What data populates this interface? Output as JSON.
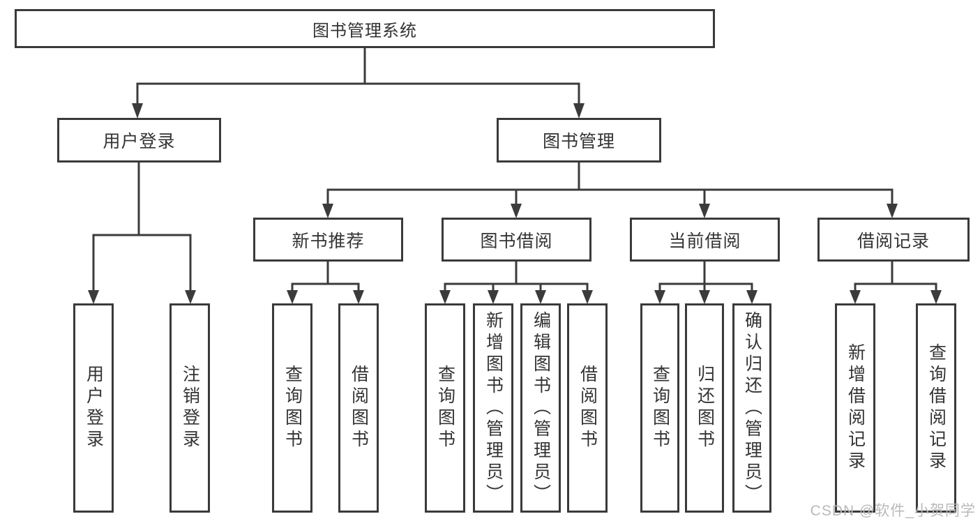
{
  "tree": {
    "root": {
      "label": "图书管理系统"
    },
    "branches": [
      {
        "label": "用户登录",
        "children": [
          {
            "label": "用户登录"
          },
          {
            "label": "注销登录"
          }
        ]
      },
      {
        "label": "图书管理",
        "sections": [
          {
            "label": "新书推荐",
            "children": [
              {
                "label": "查询图书"
              },
              {
                "label": "借阅图书"
              }
            ]
          },
          {
            "label": "图书借阅",
            "children": [
              {
                "label": "查询图书"
              },
              {
                "label": "新增图书（管理员）"
              },
              {
                "label": "编辑图书（管理员）"
              },
              {
                "label": "借阅图书"
              }
            ]
          },
          {
            "label": "当前借阅",
            "children": [
              {
                "label": "查询图书"
              },
              {
                "label": "归还图书"
              },
              {
                "label": "确认归还（管理员）"
              }
            ]
          },
          {
            "label": "借阅记录",
            "children": [
              {
                "label": "新增借阅记录"
              },
              {
                "label": "查询借阅记录"
              }
            ]
          }
        ]
      }
    ]
  },
  "watermark": {
    "text": "CSDN @软件_小贺同学"
  },
  "colors": {
    "line": "#3b3b3b",
    "border": "#3a3a3a",
    "text": "#333333",
    "watermark": "#b9b9b9"
  }
}
